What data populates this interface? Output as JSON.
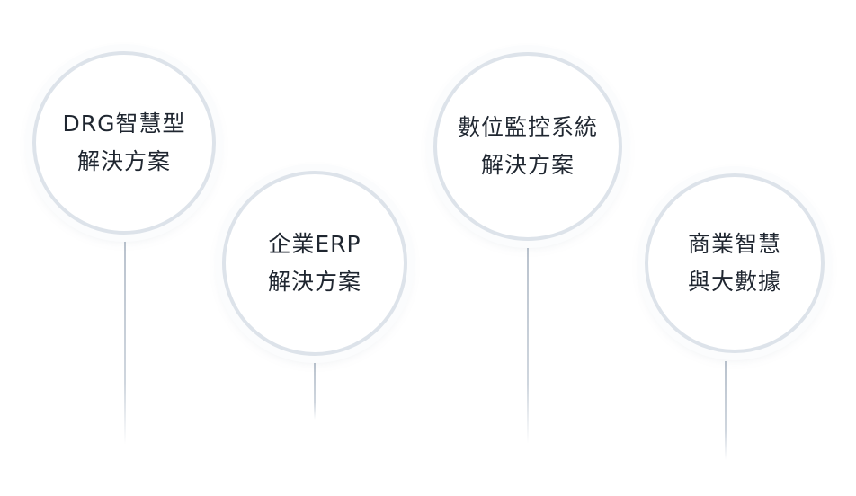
{
  "solutions": [
    {
      "line1": "DRG智慧型",
      "line2": "解決方案"
    },
    {
      "line1": "企業ERP",
      "line2": "解決方案"
    },
    {
      "line1": "數位監控系統",
      "line2": "解決方案"
    },
    {
      "line1": "商業智慧",
      "line2": "與大數據"
    }
  ]
}
